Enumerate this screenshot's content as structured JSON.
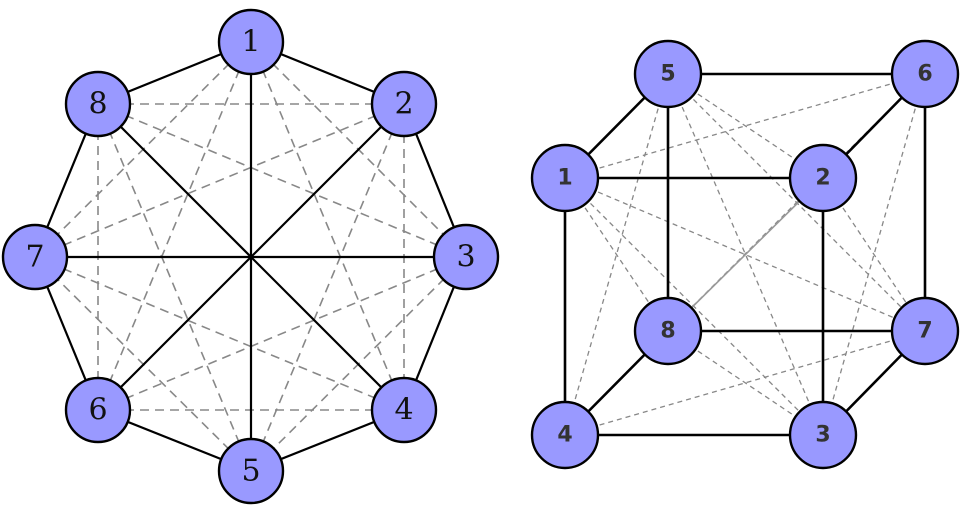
{
  "colors": {
    "node_fill": "#9999ff",
    "node_stroke": "#000000",
    "solid_edge": "#000000",
    "dashed_edge": "#888888"
  },
  "left_graph": {
    "nodes": [
      {
        "id": "1",
        "label": "1"
      },
      {
        "id": "2",
        "label": "2"
      },
      {
        "id": "3",
        "label": "3"
      },
      {
        "id": "4",
        "label": "4"
      },
      {
        "id": "5",
        "label": "5"
      },
      {
        "id": "6",
        "label": "6"
      },
      {
        "id": "7",
        "label": "7"
      },
      {
        "id": "8",
        "label": "8"
      }
    ],
    "solid_edges": [
      [
        "1",
        "2"
      ],
      [
        "2",
        "3"
      ],
      [
        "3",
        "4"
      ],
      [
        "4",
        "5"
      ],
      [
        "5",
        "6"
      ],
      [
        "6",
        "7"
      ],
      [
        "7",
        "8"
      ],
      [
        "8",
        "1"
      ],
      [
        "1",
        "5"
      ],
      [
        "2",
        "6"
      ],
      [
        "3",
        "7"
      ],
      [
        "4",
        "8"
      ]
    ],
    "dashed_edges": [
      [
        "1",
        "3"
      ],
      [
        "1",
        "4"
      ],
      [
        "1",
        "6"
      ],
      [
        "1",
        "7"
      ],
      [
        "2",
        "4"
      ],
      [
        "2",
        "5"
      ],
      [
        "2",
        "7"
      ],
      [
        "2",
        "8"
      ],
      [
        "3",
        "5"
      ],
      [
        "3",
        "6"
      ],
      [
        "3",
        "8"
      ],
      [
        "4",
        "6"
      ],
      [
        "4",
        "7"
      ],
      [
        "5",
        "7"
      ],
      [
        "5",
        "8"
      ],
      [
        "6",
        "8"
      ]
    ]
  },
  "right_graph": {
    "nodes": [
      {
        "id": "1",
        "label": "1"
      },
      {
        "id": "2",
        "label": "2"
      },
      {
        "id": "3",
        "label": "3"
      },
      {
        "id": "4",
        "label": "4"
      },
      {
        "id": "5",
        "label": "5"
      },
      {
        "id": "6",
        "label": "6"
      },
      {
        "id": "7",
        "label": "7"
      },
      {
        "id": "8",
        "label": "8"
      }
    ],
    "solid_edges": [
      [
        "5",
        "6"
      ],
      [
        "1",
        "2"
      ],
      [
        "8",
        "7"
      ],
      [
        "4",
        "3"
      ],
      [
        "5",
        "1"
      ],
      [
        "6",
        "2"
      ],
      [
        "8",
        "4"
      ],
      [
        "7",
        "3"
      ],
      [
        "1",
        "4"
      ],
      [
        "2",
        "3"
      ],
      [
        "5",
        "8"
      ],
      [
        "6",
        "7"
      ]
    ],
    "gray_edges": [
      [
        "2",
        "8"
      ]
    ],
    "dashed_edges": [
      [
        "1",
        "6"
      ],
      [
        "1",
        "7"
      ],
      [
        "1",
        "3"
      ],
      [
        "1",
        "8"
      ],
      [
        "5",
        "2"
      ],
      [
        "5",
        "7"
      ],
      [
        "5",
        "3"
      ],
      [
        "5",
        "4"
      ],
      [
        "6",
        "8"
      ],
      [
        "6",
        "3"
      ],
      [
        "2",
        "7"
      ],
      [
        "8",
        "3"
      ],
      [
        "4",
        "7"
      ]
    ]
  }
}
